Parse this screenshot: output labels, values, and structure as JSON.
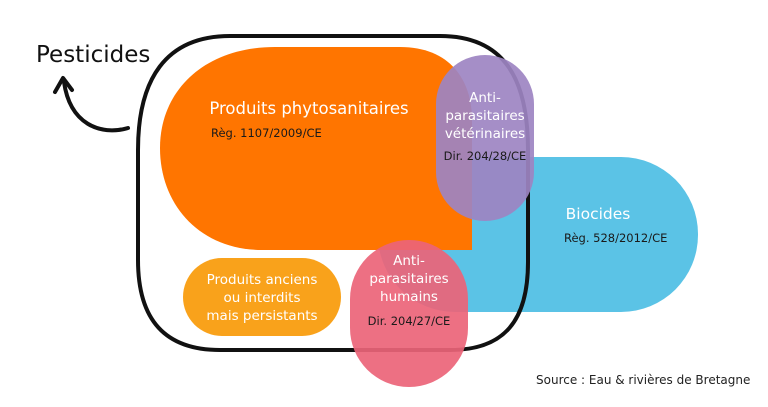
{
  "title": "Pesticides",
  "source": "Source : Eau & rivières de Bretagne",
  "colors": {
    "outline": "#111111",
    "phyto": "#ff7500",
    "anciens": "#f9a21b",
    "biocides": "#5bc3e6",
    "veterinaires": "#9d84c2",
    "humains": "#ec6478"
  },
  "groups": {
    "phyto": {
      "label": "Produits phytosanitaires",
      "regulation": "Règ. 1107/2009/CE"
    },
    "anciens": {
      "label_lines": [
        "Produits anciens",
        "ou interdits",
        "mais persistants"
      ]
    },
    "biocides": {
      "label": "Biocides",
      "regulation": "Règ. 528/2012/CE"
    },
    "veterinaires": {
      "label_lines": [
        "Anti-",
        "parasitaires",
        "vétérinaires"
      ],
      "regulation": "Dir. 204/28/CE"
    },
    "humains": {
      "label_lines": [
        "Anti-",
        "parasitaires",
        "humains"
      ],
      "regulation": "Dir. 204/27/CE"
    }
  }
}
